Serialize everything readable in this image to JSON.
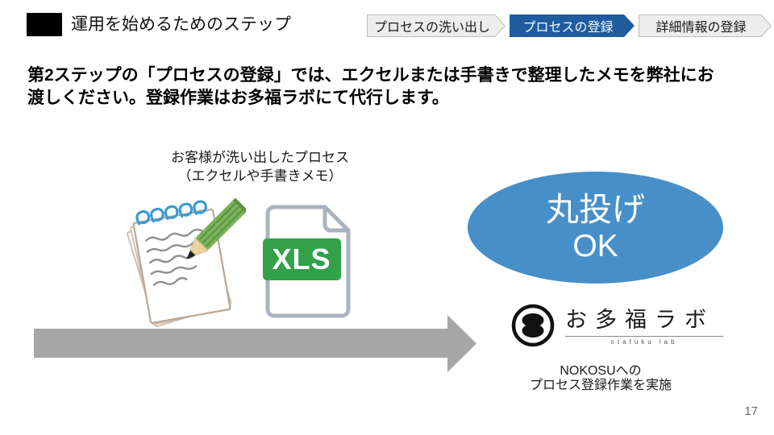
{
  "header": {
    "title": "運用を始めるためのステップ",
    "steps": [
      {
        "label": "プロセスの洗い出し"
      },
      {
        "label": "プロセスの登録"
      },
      {
        "label": "詳細情報の登録"
      }
    ]
  },
  "body": {
    "line1": "第2ステップの「プロセスの登録」では、エクセルまたは手書きで整理したメモを弊社にお",
    "line2": "渡しください。登録作業はお多福ラボにて代行します。"
  },
  "diagram": {
    "source_label": {
      "line1": "お客様が洗い出したプロセス",
      "line2": "（エクセルや手書きメモ）"
    },
    "xls_badge": "XLS",
    "bubble": {
      "line1": "丸投げ",
      "line2": "OK"
    },
    "logo": {
      "name": "お多福ラボ",
      "subtitle": "otafuku lab"
    },
    "result_caption": {
      "line1": "NOKOSUへの",
      "line2": "プロセス登録作業を実施"
    }
  },
  "icons": {
    "notepad": "notepad-pencil-illustration",
    "xls": "xls-file-icon",
    "arrow": "right-arrow-icon",
    "logo_mark": "otafuku-lab-mark-icon"
  },
  "colors": {
    "step_active_bg": "#1E5C9E",
    "step_inactive_bg": "#EDEDED",
    "step_border": "#BDBDBD",
    "bubble_blue": "#478FC8",
    "arrow_gray": "#A6A6A6",
    "xls_green": "#33A04A",
    "pencil_green": "#79B259"
  },
  "page_number": "17"
}
